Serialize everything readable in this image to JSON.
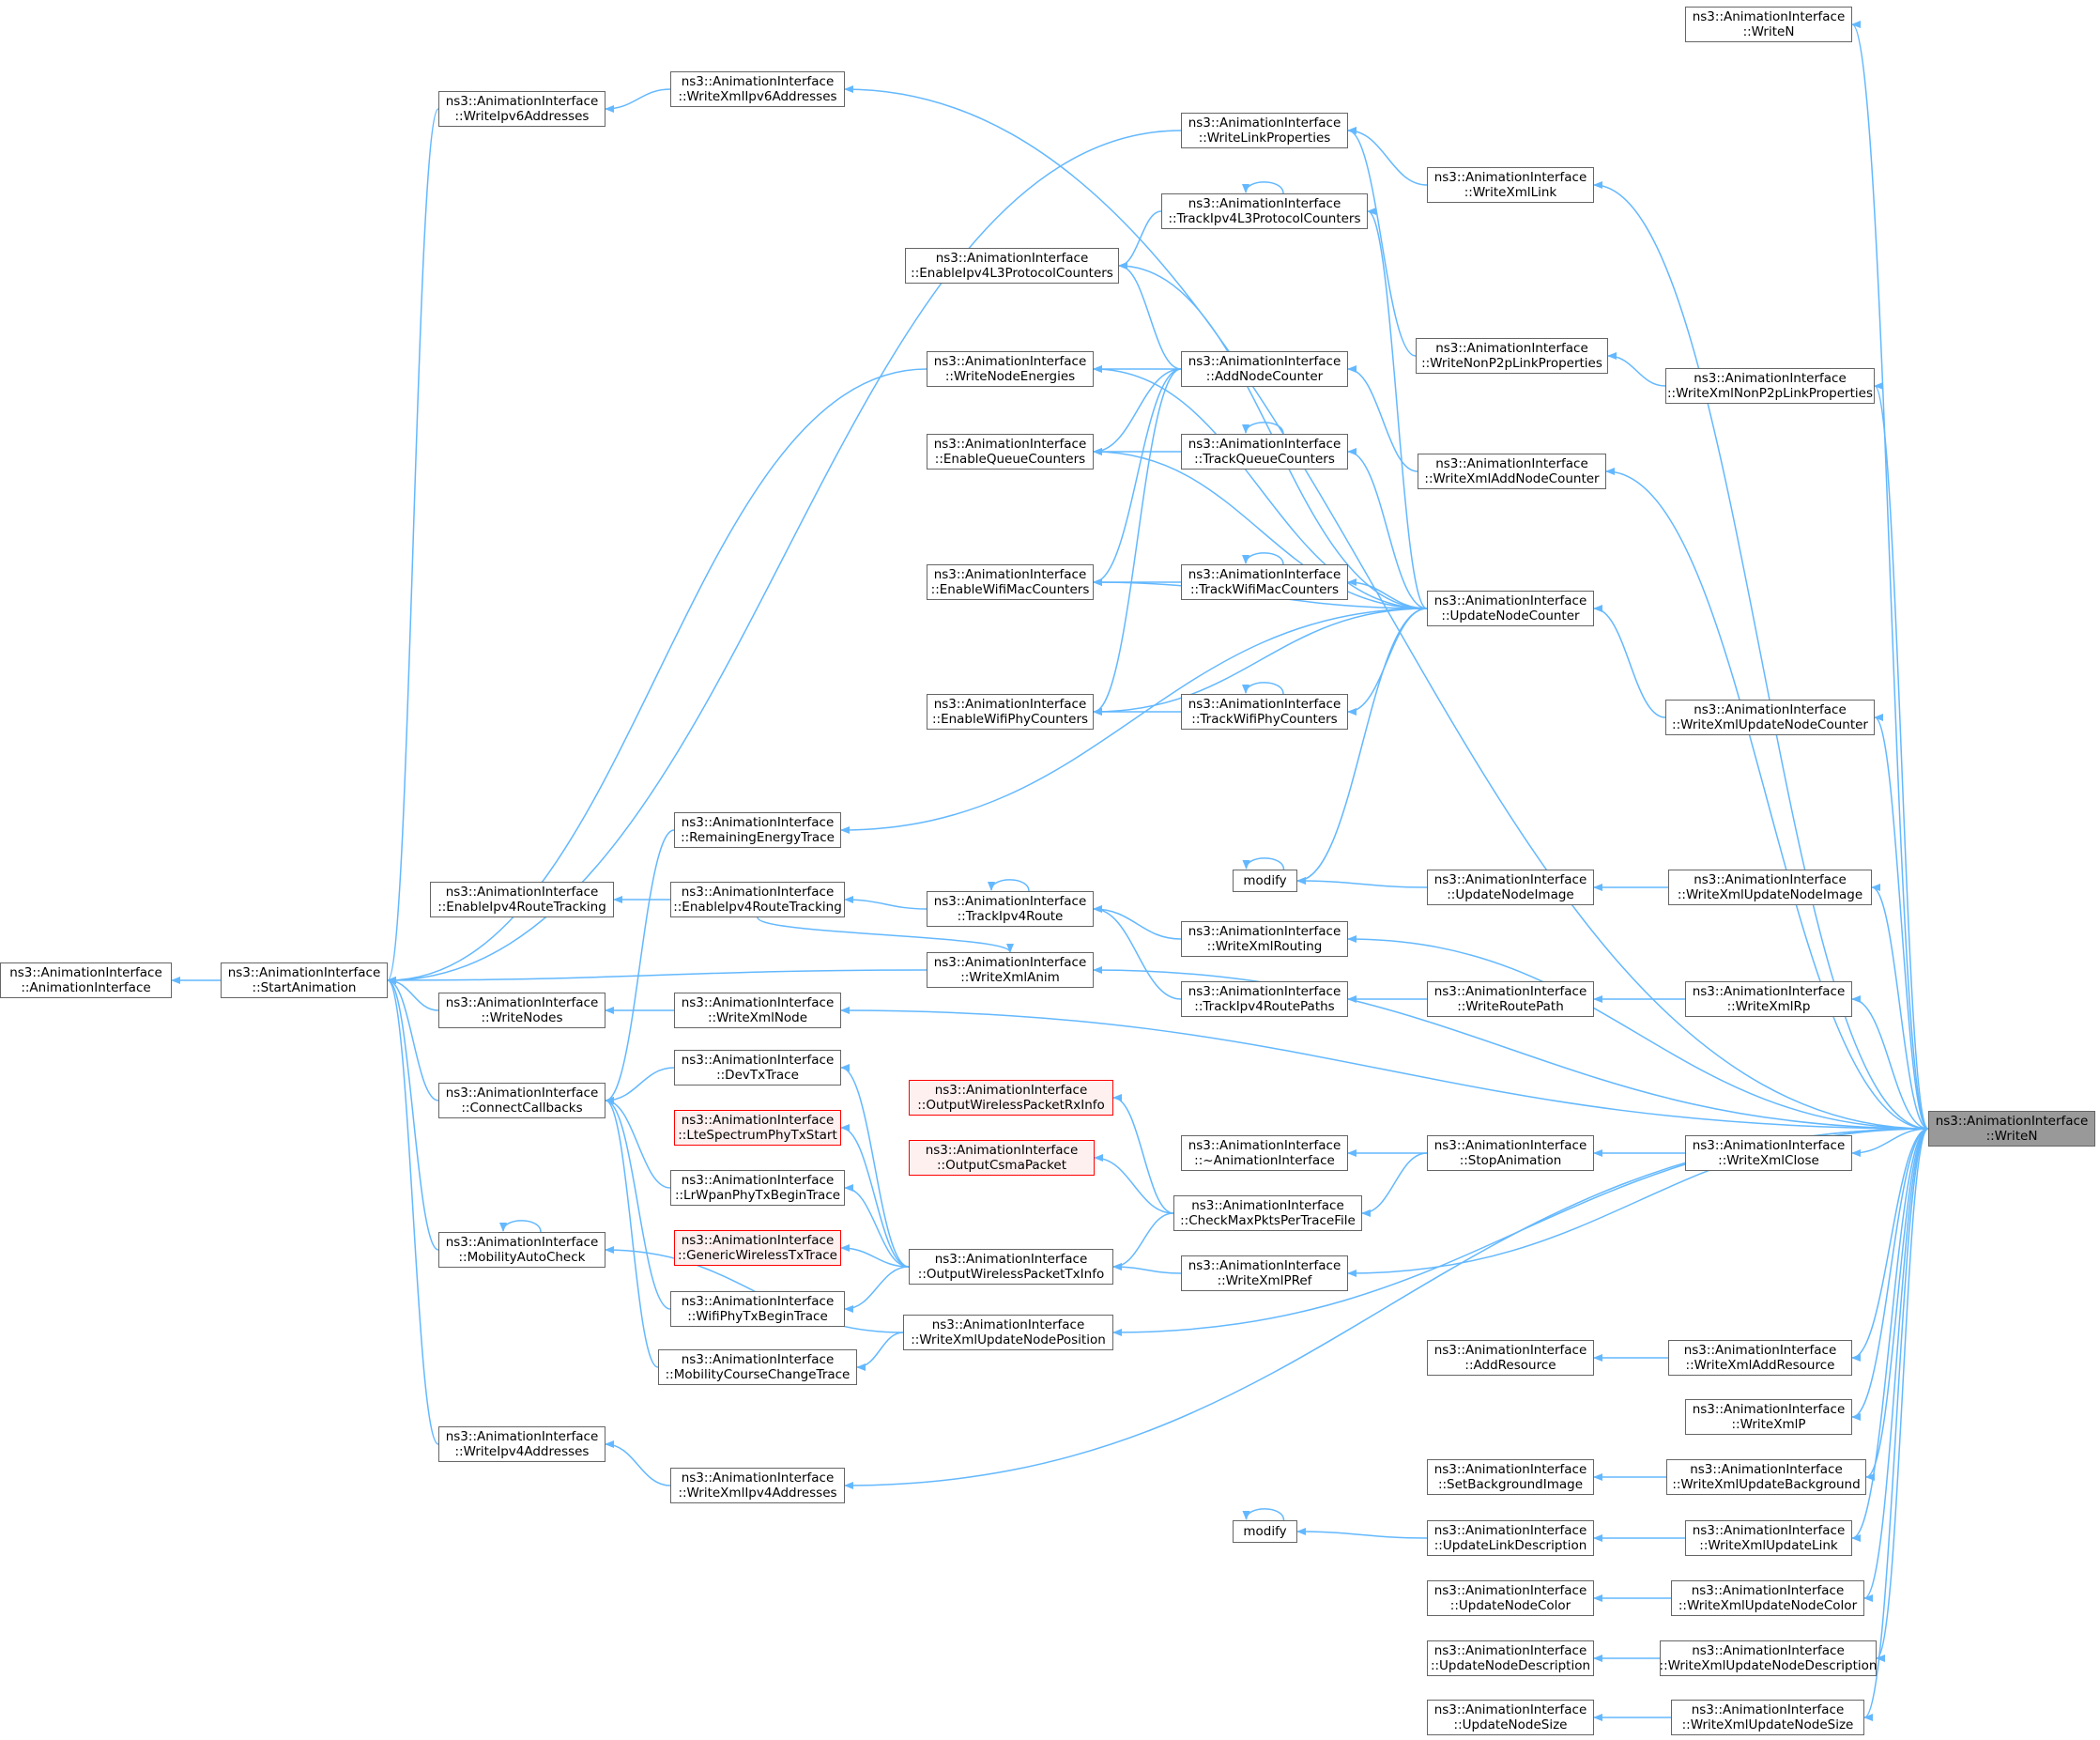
{
  "diagram": {
    "title": "",
    "colors": {
      "edge": "#63b8ff",
      "node_border": "#666666",
      "external_border": "#ff0000",
      "external_fill": "#fff0f0",
      "current_fill": "#999999"
    },
    "nodes": [
      {
        "id": "writen_top",
        "l1": "ns3::AnimationInterface",
        "l2": "::WriteN",
        "style": "normal"
      },
      {
        "id": "writexmlipv6",
        "l1": "ns3::AnimationInterface",
        "l2": "::WriteXmlIpv6Addresses",
        "style": "normal"
      },
      {
        "id": "writeipv6",
        "l1": "ns3::AnimationInterface",
        "l2": "::WriteIpv6Addresses",
        "style": "normal"
      },
      {
        "id": "writelinkprops",
        "l1": "ns3::AnimationInterface",
        "l2": "::WriteLinkProperties",
        "style": "normal"
      },
      {
        "id": "writexmllink",
        "l1": "ns3::AnimationInterface",
        "l2": "::WriteXmlLink",
        "style": "normal"
      },
      {
        "id": "trackipv4l3",
        "l1": "ns3::AnimationInterface",
        "l2": "::TrackIpv4L3ProtocolCounters",
        "style": "normal"
      },
      {
        "id": "enableipv4l3",
        "l1": "ns3::AnimationInterface",
        "l2": "::EnableIpv4L3ProtocolCounters",
        "style": "normal"
      },
      {
        "id": "writenonp2p",
        "l1": "ns3::AnimationInterface",
        "l2": "::WriteNonP2pLinkProperties",
        "style": "normal"
      },
      {
        "id": "writexmlnonp2p",
        "l1": "ns3::AnimationInterface",
        "l2": "::WriteXmlNonP2pLinkProperties",
        "style": "normal"
      },
      {
        "id": "writenodeenergies",
        "l1": "ns3::AnimationInterface",
        "l2": "::WriteNodeEnergies",
        "style": "normal"
      },
      {
        "id": "addnodecounter",
        "l1": "ns3::AnimationInterface",
        "l2": "::AddNodeCounter",
        "style": "normal"
      },
      {
        "id": "enablequeue",
        "l1": "ns3::AnimationInterface",
        "l2": "::EnableQueueCounters",
        "style": "normal"
      },
      {
        "id": "trackqueue",
        "l1": "ns3::AnimationInterface",
        "l2": "::TrackQueueCounters",
        "style": "normal"
      },
      {
        "id": "writexmladdnodecounter",
        "l1": "ns3::AnimationInterface",
        "l2": "::WriteXmlAddNodeCounter",
        "style": "normal"
      },
      {
        "id": "enablewifimac",
        "l1": "ns3::AnimationInterface",
        "l2": "::EnableWifiMacCounters",
        "style": "normal"
      },
      {
        "id": "trackwifimac",
        "l1": "ns3::AnimationInterface",
        "l2": "::TrackWifiMacCounters",
        "style": "normal"
      },
      {
        "id": "updatenodecounter",
        "l1": "ns3::AnimationInterface",
        "l2": "::UpdateNodeCounter",
        "style": "normal"
      },
      {
        "id": "enablewifiphy",
        "l1": "ns3::AnimationInterface",
        "l2": "::EnableWifiPhyCounters",
        "style": "normal"
      },
      {
        "id": "trackwifiphy",
        "l1": "ns3::AnimationInterface",
        "l2": "::TrackWifiPhyCounters",
        "style": "normal"
      },
      {
        "id": "writexmlupdatenodecounter",
        "l1": "ns3::AnimationInterface",
        "l2": "::WriteXmlUpdateNodeCounter",
        "style": "normal"
      },
      {
        "id": "remainingenergy",
        "l1": "ns3::AnimationInterface",
        "l2": "::RemainingEnergyTrace",
        "style": "normal"
      },
      {
        "id": "modify1",
        "l1": "modify",
        "l2": "",
        "style": "normal"
      },
      {
        "id": "updatenodeimage",
        "l1": "ns3::AnimationInterface",
        "l2": "::UpdateNodeImage",
        "style": "normal"
      },
      {
        "id": "writexmlupdatenodeimage",
        "l1": "ns3::AnimationInterface",
        "l2": "::WriteXmlUpdateNodeImage",
        "style": "normal"
      },
      {
        "id": "enableipv4rt_left",
        "l1": "ns3::AnimationInterface",
        "l2": "::EnableIpv4RouteTracking",
        "style": "normal"
      },
      {
        "id": "enableipv4rt",
        "l1": "ns3::AnimationInterface",
        "l2": "::EnableIpv4RouteTracking",
        "style": "normal"
      },
      {
        "id": "trackipv4route",
        "l1": "ns3::AnimationInterface",
        "l2": "::TrackIpv4Route",
        "style": "normal"
      },
      {
        "id": "writexmlrouting",
        "l1": "ns3::AnimationInterface",
        "l2": "::WriteXmlRouting",
        "style": "normal"
      },
      {
        "id": "ctor",
        "l1": "ns3::AnimationInterface",
        "l2": "::AnimationInterface",
        "style": "normal"
      },
      {
        "id": "startanimation",
        "l1": "ns3::AnimationInterface",
        "l2": "::StartAnimation",
        "style": "normal"
      },
      {
        "id": "writexmlanim",
        "l1": "ns3::AnimationInterface",
        "l2": "::WriteXmlAnim",
        "style": "normal"
      },
      {
        "id": "trackipv4routepaths",
        "l1": "ns3::AnimationInterface",
        "l2": "::TrackIpv4RoutePaths",
        "style": "normal"
      },
      {
        "id": "writeroutepath",
        "l1": "ns3::AnimationInterface",
        "l2": "::WriteRoutePath",
        "style": "normal"
      },
      {
        "id": "writexmlrp",
        "l1": "ns3::AnimationInterface",
        "l2": "::WriteXmlRp",
        "style": "normal"
      },
      {
        "id": "writenodes",
        "l1": "ns3::AnimationInterface",
        "l2": "::WriteNodes",
        "style": "normal"
      },
      {
        "id": "writexmlnode",
        "l1": "ns3::AnimationInterface",
        "l2": "::WriteXmlNode",
        "style": "normal"
      },
      {
        "id": "connectcallbacks",
        "l1": "ns3::AnimationInterface",
        "l2": "::ConnectCallbacks",
        "style": "normal"
      },
      {
        "id": "devtxtrace",
        "l1": "ns3::AnimationInterface",
        "l2": "::DevTxTrace",
        "style": "normal"
      },
      {
        "id": "outputwirelessrx",
        "l1": "ns3::AnimationInterface",
        "l2": "::OutputWirelessPacketRxInfo",
        "style": "red"
      },
      {
        "id": "writen_main",
        "l1": "ns3::AnimationInterface",
        "l2": "::WriteN",
        "style": "current"
      },
      {
        "id": "ltespectrum",
        "l1": "ns3::AnimationInterface",
        "l2": "::LteSpectrumPhyTxStart",
        "style": "red"
      },
      {
        "id": "outputcsma",
        "l1": "ns3::AnimationInterface",
        "l2": "::OutputCsmaPacket",
        "style": "red"
      },
      {
        "id": "dtor",
        "l1": "ns3::AnimationInterface",
        "l2": "::~AnimationInterface",
        "style": "normal"
      },
      {
        "id": "stopanimation",
        "l1": "ns3::AnimationInterface",
        "l2": "::StopAnimation",
        "style": "normal"
      },
      {
        "id": "writexmlclose",
        "l1": "ns3::AnimationInterface",
        "l2": "::WriteXmlClose",
        "style": "normal"
      },
      {
        "id": "lrwpan",
        "l1": "ns3::AnimationInterface",
        "l2": "::LrWpanPhyTxBeginTrace",
        "style": "normal"
      },
      {
        "id": "checkmaxpkts",
        "l1": "ns3::AnimationInterface",
        "l2": "::CheckMaxPktsPerTraceFile",
        "style": "normal"
      },
      {
        "id": "mobilityautocheck",
        "l1": "ns3::AnimationInterface",
        "l2": "::MobilityAutoCheck",
        "style": "normal"
      },
      {
        "id": "genericwireless",
        "l1": "ns3::AnimationInterface",
        "l2": "::GenericWirelessTxTrace",
        "style": "red"
      },
      {
        "id": "outputwirelesstx",
        "l1": "ns3::AnimationInterface",
        "l2": "::OutputWirelessPacketTxInfo",
        "style": "normal"
      },
      {
        "id": "writexmlpref",
        "l1": "ns3::AnimationInterface",
        "l2": "::WriteXmlPRef",
        "style": "normal"
      },
      {
        "id": "wifiphytx",
        "l1": "ns3::AnimationInterface",
        "l2": "::WifiPhyTxBeginTrace",
        "style": "normal"
      },
      {
        "id": "writexmlupdatenodeposition",
        "l1": "ns3::AnimationInterface",
        "l2": "::WriteXmlUpdateNodePosition",
        "style": "normal"
      },
      {
        "id": "mobilitycourse",
        "l1": "ns3::AnimationInterface",
        "l2": "::MobilityCourseChangeTrace",
        "style": "normal"
      },
      {
        "id": "addresource",
        "l1": "ns3::AnimationInterface",
        "l2": "::AddResource",
        "style": "normal"
      },
      {
        "id": "writexmladdresource",
        "l1": "ns3::AnimationInterface",
        "l2": "::WriteXmlAddResource",
        "style": "normal"
      },
      {
        "id": "writexmlp",
        "l1": "ns3::AnimationInterface",
        "l2": "::WriteXmlP",
        "style": "normal"
      },
      {
        "id": "writeipv4",
        "l1": "ns3::AnimationInterface",
        "l2": "::WriteIpv4Addresses",
        "style": "normal"
      },
      {
        "id": "writexmlipv4",
        "l1": "ns3::AnimationInterface",
        "l2": "::WriteXmlIpv4Addresses",
        "style": "normal"
      },
      {
        "id": "setbackground",
        "l1": "ns3::AnimationInterface",
        "l2": "::SetBackgroundImage",
        "style": "normal"
      },
      {
        "id": "writexmlupdatebackground",
        "l1": "ns3::AnimationInterface",
        "l2": "::WriteXmlUpdateBackground",
        "style": "normal"
      },
      {
        "id": "modify2",
        "l1": "modify",
        "l2": "",
        "style": "normal"
      },
      {
        "id": "updatelinkdesc",
        "l1": "ns3::AnimationInterface",
        "l2": "::UpdateLinkDescription",
        "style": "normal"
      },
      {
        "id": "writexmlupdatelink",
        "l1": "ns3::AnimationInterface",
        "l2": "::WriteXmlUpdateLink",
        "style": "normal"
      },
      {
        "id": "updatenodecolor",
        "l1": "ns3::AnimationInterface",
        "l2": "::UpdateNodeColor",
        "style": "normal"
      },
      {
        "id": "writexmlupdatenodecolor",
        "l1": "ns3::AnimationInterface",
        "l2": "::WriteXmlUpdateNodeColor",
        "style": "normal"
      },
      {
        "id": "updatenodedesc",
        "l1": "ns3::AnimationInterface",
        "l2": "::UpdateNodeDescription",
        "style": "normal"
      },
      {
        "id": "writexmlupdatenodedesc",
        "l1": "ns3::AnimationInterface",
        "l2": "::WriteXmlUpdateNodeDescription",
        "style": "normal"
      },
      {
        "id": "updatenodesize",
        "l1": "ns3::AnimationInterface",
        "l2": "::UpdateNodeSize",
        "style": "normal"
      },
      {
        "id": "writexmlupdatenodesize",
        "l1": "ns3::AnimationInterface",
        "l2": "::WriteXmlUpdateNodeSize",
        "style": "normal"
      }
    ],
    "edges": [
      [
        "writen_top",
        "writen_main"
      ],
      [
        "writexmlipv6",
        "writen_main"
      ],
      [
        "writeipv6",
        "writexmlipv6"
      ],
      [
        "writexmllink",
        "writen_main"
      ],
      [
        "writelinkprops",
        "writexmllink"
      ],
      [
        "writelinkprops",
        "writenonp2p"
      ],
      [
        "writenonp2p",
        "writexmlnonp2p"
      ],
      [
        "writexmlnonp2p",
        "writen_main"
      ],
      [
        "trackipv4l3",
        "trackipv4l3"
      ],
      [
        "enableipv4l3",
        "trackipv4l3"
      ],
      [
        "trackipv4l3",
        "updatenodecounter"
      ],
      [
        "enableipv4l3",
        "updatenodecounter"
      ],
      [
        "enableipv4l3",
        "addnodecounter"
      ],
      [
        "writenodeenergies",
        "addnodecounter"
      ],
      [
        "writenodeenergies",
        "updatenodecounter"
      ],
      [
        "addnodecounter",
        "writexmladdnodecounter"
      ],
      [
        "writexmladdnodecounter",
        "writen_main"
      ],
      [
        "enablequeue",
        "addnodecounter"
      ],
      [
        "enablequeue",
        "trackqueue"
      ],
      [
        "trackqueue",
        "trackqueue"
      ],
      [
        "trackqueue",
        "updatenodecounter"
      ],
      [
        "enablequeue",
        "updatenodecounter"
      ],
      [
        "enablewifimac",
        "addnodecounter"
      ],
      [
        "enablewifimac",
        "trackwifimac"
      ],
      [
        "trackwifimac",
        "trackwifimac"
      ],
      [
        "trackwifimac",
        "updatenodecounter"
      ],
      [
        "enablewifimac",
        "updatenodecounter"
      ],
      [
        "enablewifiphy",
        "addnodecounter"
      ],
      [
        "enablewifiphy",
        "trackwifiphy"
      ],
      [
        "trackwifiphy",
        "trackwifiphy"
      ],
      [
        "trackwifiphy",
        "updatenodecounter"
      ],
      [
        "enablewifiphy",
        "updatenodecounter"
      ],
      [
        "updatenodecounter",
        "writexmlupdatenodecounter"
      ],
      [
        "writexmlupdatenodecounter",
        "writen_main"
      ],
      [
        "remainingenergy",
        "updatenodecounter"
      ],
      [
        "modify1",
        "updatenodecounter"
      ],
      [
        "modify1",
        "modify1"
      ],
      [
        "modify1",
        "updatenodeimage"
      ],
      [
        "updatenodeimage",
        "writexmlupdatenodeimage"
      ],
      [
        "writexmlupdatenodeimage",
        "writen_main"
      ],
      [
        "enableipv4rt_left",
        "enableipv4rt"
      ],
      [
        "enableipv4rt",
        "trackipv4route"
      ],
      [
        "trackipv4route",
        "trackipv4route"
      ],
      [
        "trackipv4route",
        "writexmlrouting"
      ],
      [
        "writexmlrouting",
        "writen_main"
      ],
      [
        "trackipv4route",
        "trackipv4routepaths"
      ],
      [
        "trackipv4routepaths",
        "writeroutepath"
      ],
      [
        "writeroutepath",
        "writexmlrp"
      ],
      [
        "writexmlrp",
        "writen_main"
      ],
      [
        "ctor",
        "startanimation"
      ],
      [
        "startanimation",
        "writeipv6"
      ],
      [
        "startanimation",
        "writelinkprops"
      ],
      [
        "startanimation",
        "writenodeenergies"
      ],
      [
        "startanimation",
        "writexmlanim"
      ],
      [
        "startanimation",
        "writenodes"
      ],
      [
        "startanimation",
        "connectcallbacks"
      ],
      [
        "startanimation",
        "mobilityautocheck"
      ],
      [
        "startanimation",
        "writeipv4"
      ],
      [
        "writexmlanim",
        "writen_main"
      ],
      [
        "writexmlanim",
        "enableipv4rt"
      ],
      [
        "writenodes",
        "writexmlnode"
      ],
      [
        "writexmlnode",
        "writen_main"
      ],
      [
        "connectcallbacks",
        "remainingenergy"
      ],
      [
        "connectcallbacks",
        "devtxtrace"
      ],
      [
        "connectcallbacks",
        "lrwpan"
      ],
      [
        "connectcallbacks",
        "wifiphytx"
      ],
      [
        "connectcallbacks",
        "mobilitycourse"
      ],
      [
        "devtxtrace",
        "outputwirelesstx"
      ],
      [
        "ltespectrum",
        "outputwirelesstx"
      ],
      [
        "lrwpan",
        "outputwirelesstx"
      ],
      [
        "genericwireless",
        "outputwirelesstx"
      ],
      [
        "wifiphytx",
        "outputwirelesstx"
      ],
      [
        "outputwirelessrx",
        "checkmaxpkts"
      ],
      [
        "outputcsma",
        "checkmaxpkts"
      ],
      [
        "outputwirelesstx",
        "checkmaxpkts"
      ],
      [
        "outputwirelesstx",
        "writexmlpref"
      ],
      [
        "writexmlpref",
        "writen_main"
      ],
      [
        "dtor",
        "stopanimation"
      ],
      [
        "stopanimation",
        "writexmlclose"
      ],
      [
        "writexmlclose",
        "writen_main"
      ],
      [
        "checkmaxpkts",
        "stopanimation"
      ],
      [
        "mobilityautocheck",
        "mobilityautocheck"
      ],
      [
        "mobilityautocheck",
        "writexmlupdatenodeposition"
      ],
      [
        "mobilitycourse",
        "writexmlupdatenodeposition"
      ],
      [
        "writexmlupdatenodeposition",
        "writen_main"
      ],
      [
        "addresource",
        "writexmladdresource"
      ],
      [
        "writexmladdresource",
        "writen_main"
      ],
      [
        "writexmlp",
        "writen_main"
      ],
      [
        "writeipv4",
        "writexmlipv4"
      ],
      [
        "writexmlipv4",
        "writen_main"
      ],
      [
        "setbackground",
        "writexmlupdatebackground"
      ],
      [
        "writexmlupdatebackground",
        "writen_main"
      ],
      [
        "modify2",
        "modify2"
      ],
      [
        "modify2",
        "updatelinkdesc"
      ],
      [
        "updatelinkdesc",
        "writexmlupdatelink"
      ],
      [
        "writexmlupdatelink",
        "writen_main"
      ],
      [
        "updatenodecolor",
        "writexmlupdatenodecolor"
      ],
      [
        "writexmlupdatenodecolor",
        "writen_main"
      ],
      [
        "updatenodedesc",
        "writexmlupdatenodedesc"
      ],
      [
        "writexmlupdatenodedesc",
        "writen_main"
      ],
      [
        "updatenodesize",
        "writexmlupdatenodesize"
      ],
      [
        "writexmlupdatenodesize",
        "writen_main"
      ]
    ]
  }
}
